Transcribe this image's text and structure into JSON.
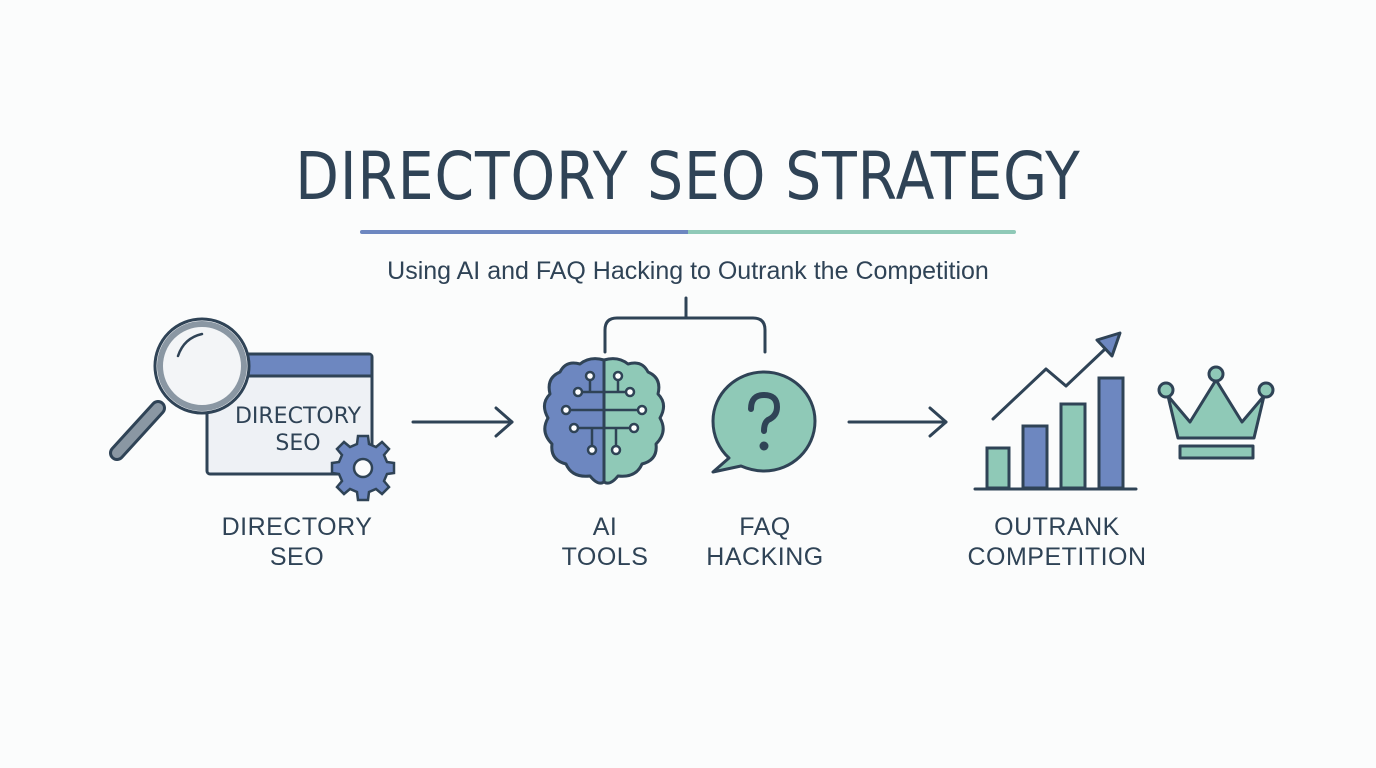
{
  "title": "DIRECTORY SEO STRATEGY",
  "subtitle": "Using AI and FAQ Hacking to Outrank the Competition",
  "steps": {
    "directory": {
      "icon_text_line1": "DIRECTORY",
      "icon_text_line2": "SEO",
      "label_line1": "DIRECTORY",
      "label_line2": "SEO",
      "icons": [
        "magnifier-icon",
        "browser-window-icon",
        "gear-icon"
      ]
    },
    "ai": {
      "label_line1": "AI",
      "label_line2": "TOOLS",
      "icon": "brain-icon"
    },
    "faq": {
      "label_line1": "FAQ",
      "label_line2": "HACKING",
      "icon": "question-bubble-icon"
    },
    "outrank": {
      "label_line1": "OUTRANK",
      "label_line2": "COMPETITION",
      "icons": [
        "bar-chart-icon",
        "trend-arrow-icon",
        "crown-icon"
      ]
    }
  },
  "colors": {
    "ink": "#2f4356",
    "blue": "#6d87c0",
    "green": "#8fc9b7",
    "panel": "#eef1f5"
  }
}
